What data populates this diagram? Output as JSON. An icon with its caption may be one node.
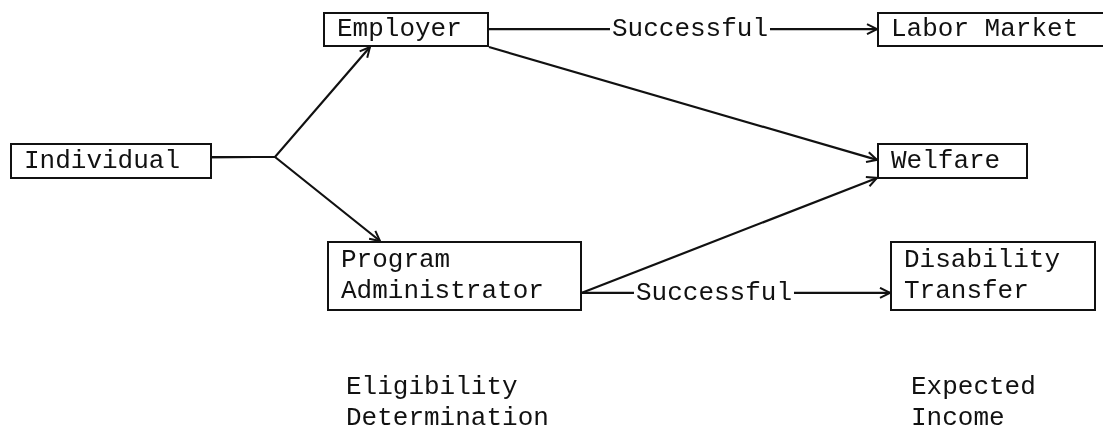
{
  "diagram": {
    "nodes": [
      {
        "text": [
          "Employer"
        ]
      },
      {
        "text": [
          "Labor Market"
        ]
      },
      {
        "text": [
          "Individual"
        ]
      },
      {
        "text": [
          "Welfare"
        ]
      },
      {
        "text": [
          "Program Administrator"
        ]
      },
      {
        "text": [
          "Disability Transfer"
        ]
      }
    ],
    "edges": [
      {
        "from": 2,
        "to": 0,
        "arrow": "to"
      },
      {
        "from": 2,
        "to": 4,
        "arrow": "to"
      },
      {
        "from": 0,
        "to": 1,
        "arrow": "to",
        "label": "Successful"
      },
      {
        "from": 0,
        "to": 3,
        "arrow": "to"
      },
      {
        "from": 4,
        "to": 3,
        "arrow": "to"
      },
      {
        "from": 4,
        "to": 5,
        "arrow": "to",
        "label": "Successful"
      }
    ],
    "labels": [
      "Eligibility Determination",
      "Expected Income"
    ]
  }
}
